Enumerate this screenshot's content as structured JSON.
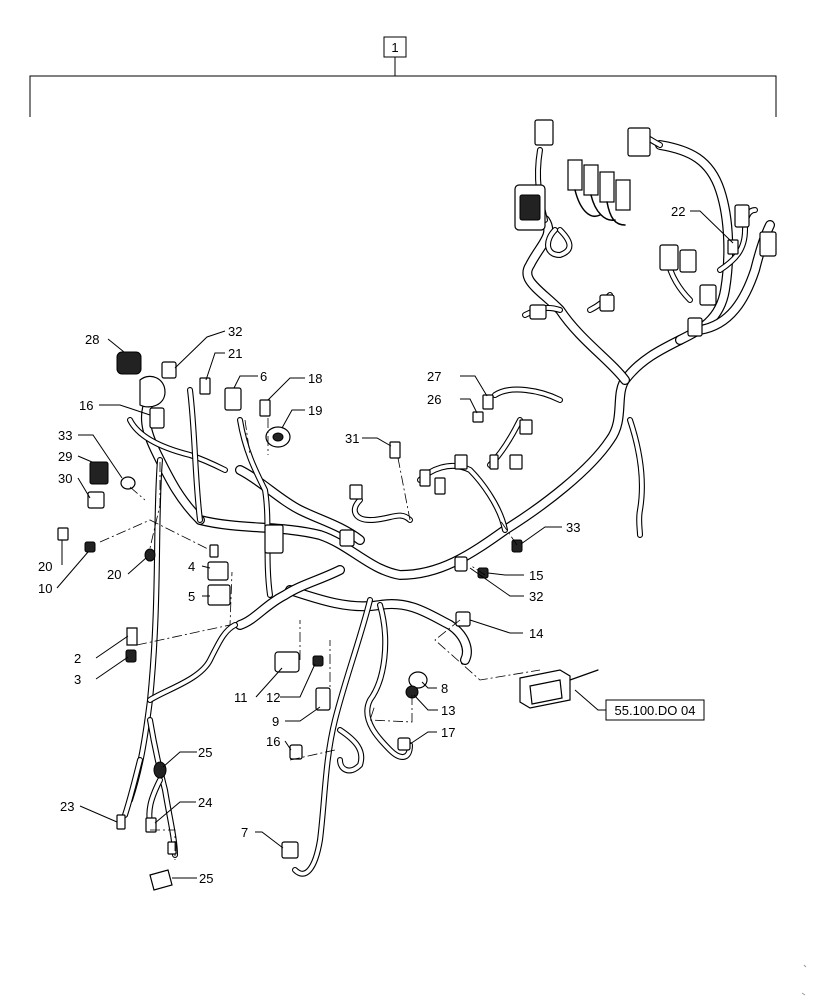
{
  "assembly_ref": "1",
  "reference_box": "55.100.DO 04",
  "callouts": [
    {
      "id": "c28",
      "text": "28"
    },
    {
      "id": "c32a",
      "text": "32"
    },
    {
      "id": "c21",
      "text": "21"
    },
    {
      "id": "c6",
      "text": "6"
    },
    {
      "id": "c18",
      "text": "18"
    },
    {
      "id": "c19",
      "text": "19"
    },
    {
      "id": "c16a",
      "text": "16"
    },
    {
      "id": "c33a",
      "text": "33"
    },
    {
      "id": "c29",
      "text": "29"
    },
    {
      "id": "c30",
      "text": "30"
    },
    {
      "id": "c20a",
      "text": "20"
    },
    {
      "id": "c10",
      "text": "10"
    },
    {
      "id": "c20b",
      "text": "20"
    },
    {
      "id": "c4",
      "text": "4"
    },
    {
      "id": "c5",
      "text": "5"
    },
    {
      "id": "c2",
      "text": "2"
    },
    {
      "id": "c3",
      "text": "3"
    },
    {
      "id": "c11",
      "text": "11"
    },
    {
      "id": "c12",
      "text": "12"
    },
    {
      "id": "c9",
      "text": "9"
    },
    {
      "id": "c16b",
      "text": "16"
    },
    {
      "id": "c25a",
      "text": "25"
    },
    {
      "id": "c24",
      "text": "24"
    },
    {
      "id": "c23",
      "text": "23"
    },
    {
      "id": "c25b",
      "text": "25"
    },
    {
      "id": "c7",
      "text": "7"
    },
    {
      "id": "c27",
      "text": "27"
    },
    {
      "id": "c26",
      "text": "26"
    },
    {
      "id": "c31",
      "text": "31"
    },
    {
      "id": "c33b",
      "text": "33"
    },
    {
      "id": "c15",
      "text": "15"
    },
    {
      "id": "c32b",
      "text": "32"
    },
    {
      "id": "c14",
      "text": "14"
    },
    {
      "id": "c8",
      "text": "8"
    },
    {
      "id": "c13",
      "text": "13"
    },
    {
      "id": "c17",
      "text": "17"
    },
    {
      "id": "c22",
      "text": "22"
    }
  ]
}
